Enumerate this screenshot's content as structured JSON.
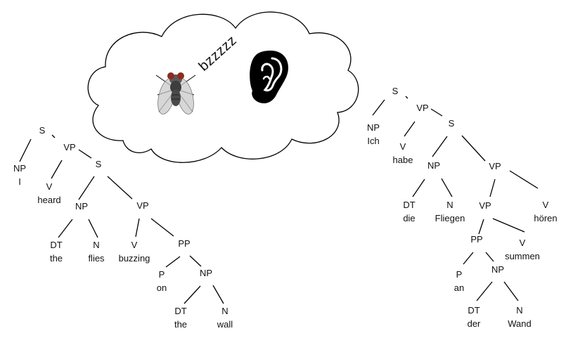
{
  "thought_bubble": {
    "sound_text": "bzzzzz",
    "icons": [
      "fly-icon",
      "ear-icon"
    ]
  },
  "english_tree": {
    "nodes": [
      {
        "id": "s1",
        "cat": "S",
        "word": ""
      },
      {
        "id": "np_i",
        "cat": "NP",
        "word": "I"
      },
      {
        "id": "vp1",
        "cat": "VP",
        "word": ""
      },
      {
        "id": "v_heard",
        "cat": "V",
        "word": "heard"
      },
      {
        "id": "s2",
        "cat": "S",
        "word": ""
      },
      {
        "id": "np_flies",
        "cat": "NP",
        "word": ""
      },
      {
        "id": "dt_the1",
        "cat": "DT",
        "word": "the"
      },
      {
        "id": "n_flies",
        "cat": "N",
        "word": "flies"
      },
      {
        "id": "vp2",
        "cat": "VP",
        "word": ""
      },
      {
        "id": "v_buzzing",
        "cat": "V",
        "word": "buzzing"
      },
      {
        "id": "pp",
        "cat": "PP",
        "word": ""
      },
      {
        "id": "p_on",
        "cat": "P",
        "word": "on"
      },
      {
        "id": "np_wall",
        "cat": "NP",
        "word": ""
      },
      {
        "id": "dt_the2",
        "cat": "DT",
        "word": "the"
      },
      {
        "id": "n_wall",
        "cat": "N",
        "word": "wall"
      }
    ],
    "edges": [
      [
        "s1",
        "np_i"
      ],
      [
        "s1",
        "vp1"
      ],
      [
        "vp1",
        "v_heard"
      ],
      [
        "vp1",
        "s2"
      ],
      [
        "s2",
        "np_flies"
      ],
      [
        "s2",
        "vp2"
      ],
      [
        "np_flies",
        "dt_the1"
      ],
      [
        "np_flies",
        "n_flies"
      ],
      [
        "vp2",
        "v_buzzing"
      ],
      [
        "vp2",
        "pp"
      ],
      [
        "pp",
        "p_on"
      ],
      [
        "pp",
        "np_wall"
      ],
      [
        "np_wall",
        "dt_the2"
      ],
      [
        "np_wall",
        "n_wall"
      ]
    ]
  },
  "german_tree": {
    "nodes": [
      {
        "id": "s1",
        "cat": "S",
        "word": ""
      },
      {
        "id": "np_ich",
        "cat": "NP",
        "word": "Ich"
      },
      {
        "id": "vp1",
        "cat": "VP",
        "word": ""
      },
      {
        "id": "v_habe",
        "cat": "V",
        "word": "habe"
      },
      {
        "id": "s2",
        "cat": "S",
        "word": ""
      },
      {
        "id": "np_fliegen",
        "cat": "NP",
        "word": ""
      },
      {
        "id": "dt_die",
        "cat": "DT",
        "word": "die"
      },
      {
        "id": "n_fliegen",
        "cat": "N",
        "word": "Fliegen"
      },
      {
        "id": "vp2",
        "cat": "VP",
        "word": ""
      },
      {
        "id": "vp3",
        "cat": "VP",
        "word": ""
      },
      {
        "id": "v_hoeren",
        "cat": "V",
        "word": "hören"
      },
      {
        "id": "pp",
        "cat": "PP",
        "word": ""
      },
      {
        "id": "v_summen",
        "cat": "V",
        "word": "summen"
      },
      {
        "id": "p_an",
        "cat": "P",
        "word": "an"
      },
      {
        "id": "np_wand",
        "cat": "NP",
        "word": ""
      },
      {
        "id": "dt_der",
        "cat": "DT",
        "word": "der"
      },
      {
        "id": "n_wand",
        "cat": "N",
        "word": "Wand"
      }
    ],
    "edges": [
      [
        "s1",
        "np_ich"
      ],
      [
        "s1",
        "vp1"
      ],
      [
        "vp1",
        "v_habe"
      ],
      [
        "vp1",
        "s2"
      ],
      [
        "s2",
        "np_fliegen"
      ],
      [
        "s2",
        "vp2"
      ],
      [
        "np_fliegen",
        "dt_die"
      ],
      [
        "np_fliegen",
        "n_fliegen"
      ],
      [
        "vp2",
        "vp3"
      ],
      [
        "vp2",
        "v_hoeren"
      ],
      [
        "vp3",
        "pp"
      ],
      [
        "vp3",
        "v_summen"
      ],
      [
        "pp",
        "p_an"
      ],
      [
        "pp",
        "np_wand"
      ],
      [
        "np_wand",
        "dt_der"
      ],
      [
        "np_wand",
        "n_wand"
      ]
    ]
  }
}
